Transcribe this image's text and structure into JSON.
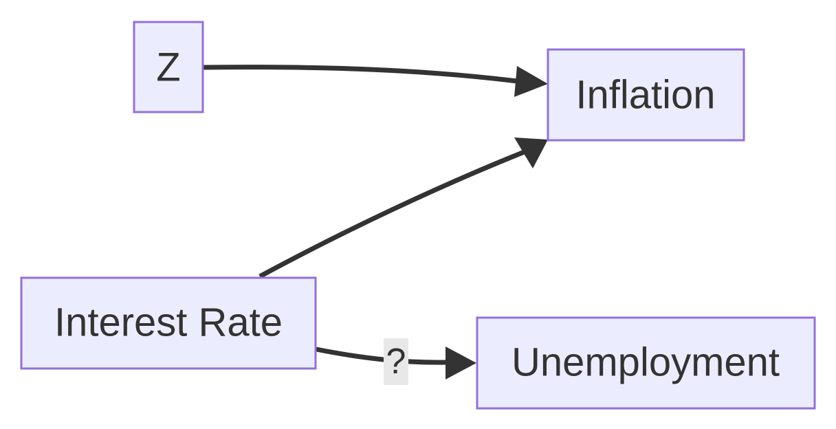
{
  "nodes": {
    "z": {
      "label": "Z"
    },
    "inflation": {
      "label": "Inflation"
    },
    "interest_rate": {
      "label": "Interest Rate"
    },
    "unemployment": {
      "label": "Unemployment"
    }
  },
  "edges": [
    {
      "from": "z",
      "to": "inflation",
      "label": ""
    },
    {
      "from": "interest_rate",
      "to": "inflation",
      "label": ""
    },
    {
      "from": "interest_rate",
      "to": "unemployment",
      "label": "?"
    }
  ],
  "colors": {
    "node_fill": "#ECECFF",
    "node_stroke": "#9370DB",
    "edge": "#333333",
    "text": "#333333",
    "edge_label_bg": "#E8E8E8"
  }
}
